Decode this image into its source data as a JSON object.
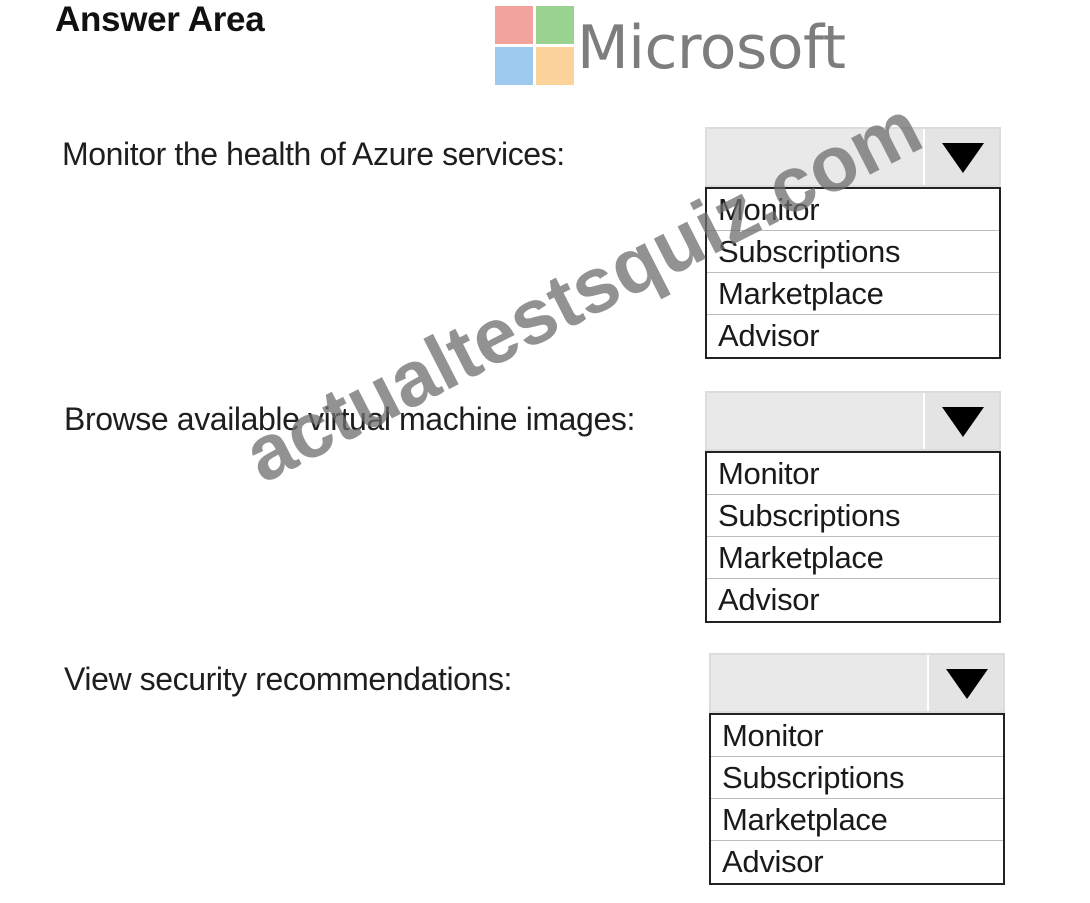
{
  "heading": "Answer Area",
  "logo": {
    "wordmark": "Microsoft",
    "colors": {
      "top_left": "#f2a39c",
      "top_right": "#9ad38f",
      "bottom_left": "#9ec9ef",
      "bottom_right": "#fbd39a"
    }
  },
  "questions": [
    {
      "label": "Monitor the health of Azure services:",
      "selected": "",
      "options": [
        "Monitor",
        "Subscriptions",
        "Marketplace",
        "Advisor"
      ]
    },
    {
      "label": "Browse available virtual machine images:",
      "selected": "",
      "options": [
        "Monitor",
        "Subscriptions",
        "Marketplace",
        "Advisor"
      ]
    },
    {
      "label": "View security recommendations:",
      "selected": "",
      "options": [
        "Monitor",
        "Subscriptions",
        "Marketplace",
        "Advisor"
      ]
    }
  ],
  "watermark": "actualtestsquiz.com"
}
